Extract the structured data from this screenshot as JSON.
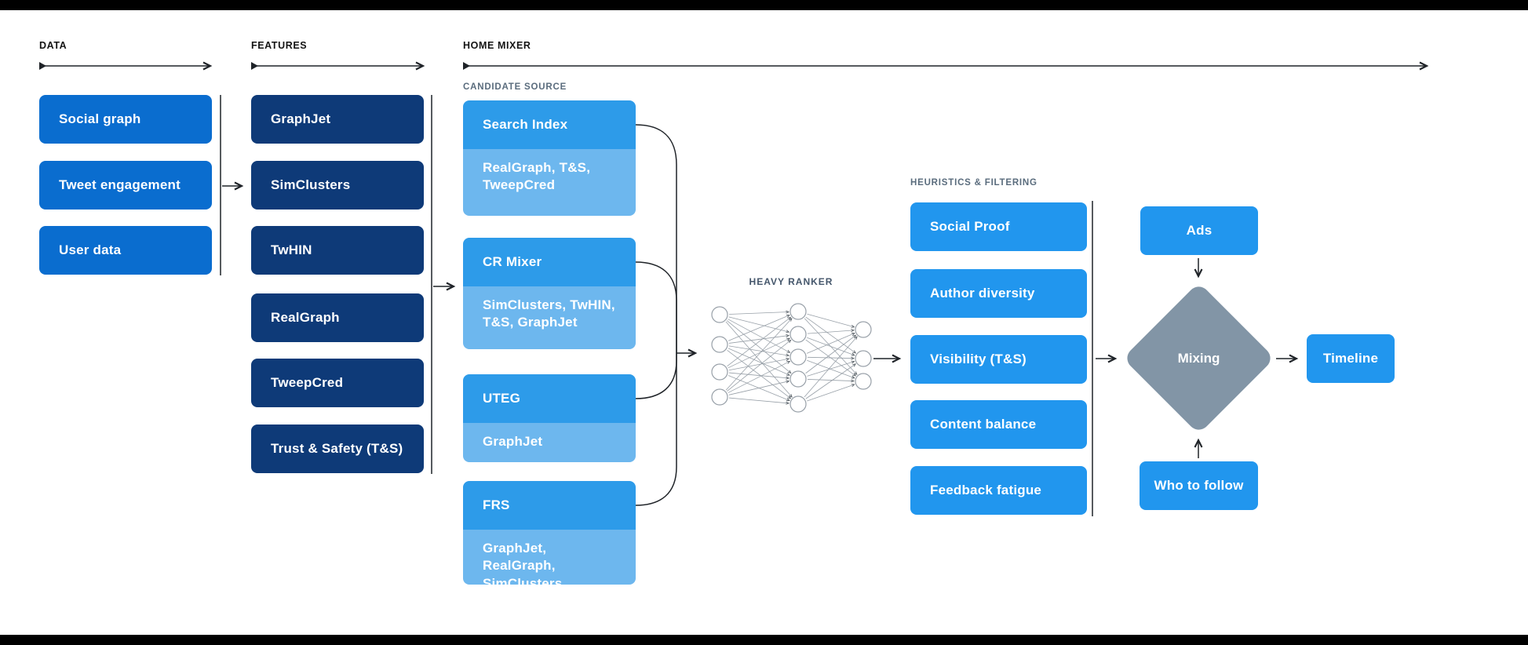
{
  "colors": {
    "bar": "#000000",
    "header-text": "#141414",
    "subheader-text": "#5a6c7d",
    "ranker-text": "#44566b",
    "line": "#1f2328",
    "data-box": "#0a6dcf",
    "feature-box": "#0e3a78",
    "candidate-header": "#2d9be9",
    "candidate-sub": "#6db7ee",
    "filter-box": "#2196ee",
    "output-box": "#2196ee",
    "diamond": "#8295a6",
    "nn-stroke": "#98a0a8",
    "nn-arrow": "#555d63"
  },
  "headers": {
    "data": "DATA",
    "features": "FEATURES",
    "home_mixer": "HOME MIXER"
  },
  "subheaders": {
    "candidate_source": "CANDIDATE SOURCE",
    "heavy_ranker": "HEAVY RANKER",
    "heuristics": "HEURISTICS & FILTERING"
  },
  "data_items": [
    "Social graph",
    "Tweet engagement",
    "User data"
  ],
  "feature_items": [
    "GraphJet",
    "SimClusters",
    "TwHIN",
    "RealGraph",
    "TweepCred",
    "Trust & Safety (T&S)"
  ],
  "candidate_groups": [
    {
      "title": "Search Index",
      "sources": "RealGraph, T&S, TweepCred"
    },
    {
      "title": "CR Mixer",
      "sources": "SimClusters, TwHIN, T&S, GraphJet"
    },
    {
      "title": "UTEG",
      "sources": "GraphJet"
    },
    {
      "title": "FRS",
      "sources": "GraphJet, RealGraph, SimClusters"
    }
  ],
  "heuristic_items": [
    "Social Proof",
    "Author diversity",
    "Visibility (T&S)",
    "Content balance",
    "Feedback fatigue"
  ],
  "outputs": {
    "ads": "Ads",
    "mixing": "Mixing",
    "who_to_follow": "Who to follow",
    "timeline": "Timeline"
  }
}
